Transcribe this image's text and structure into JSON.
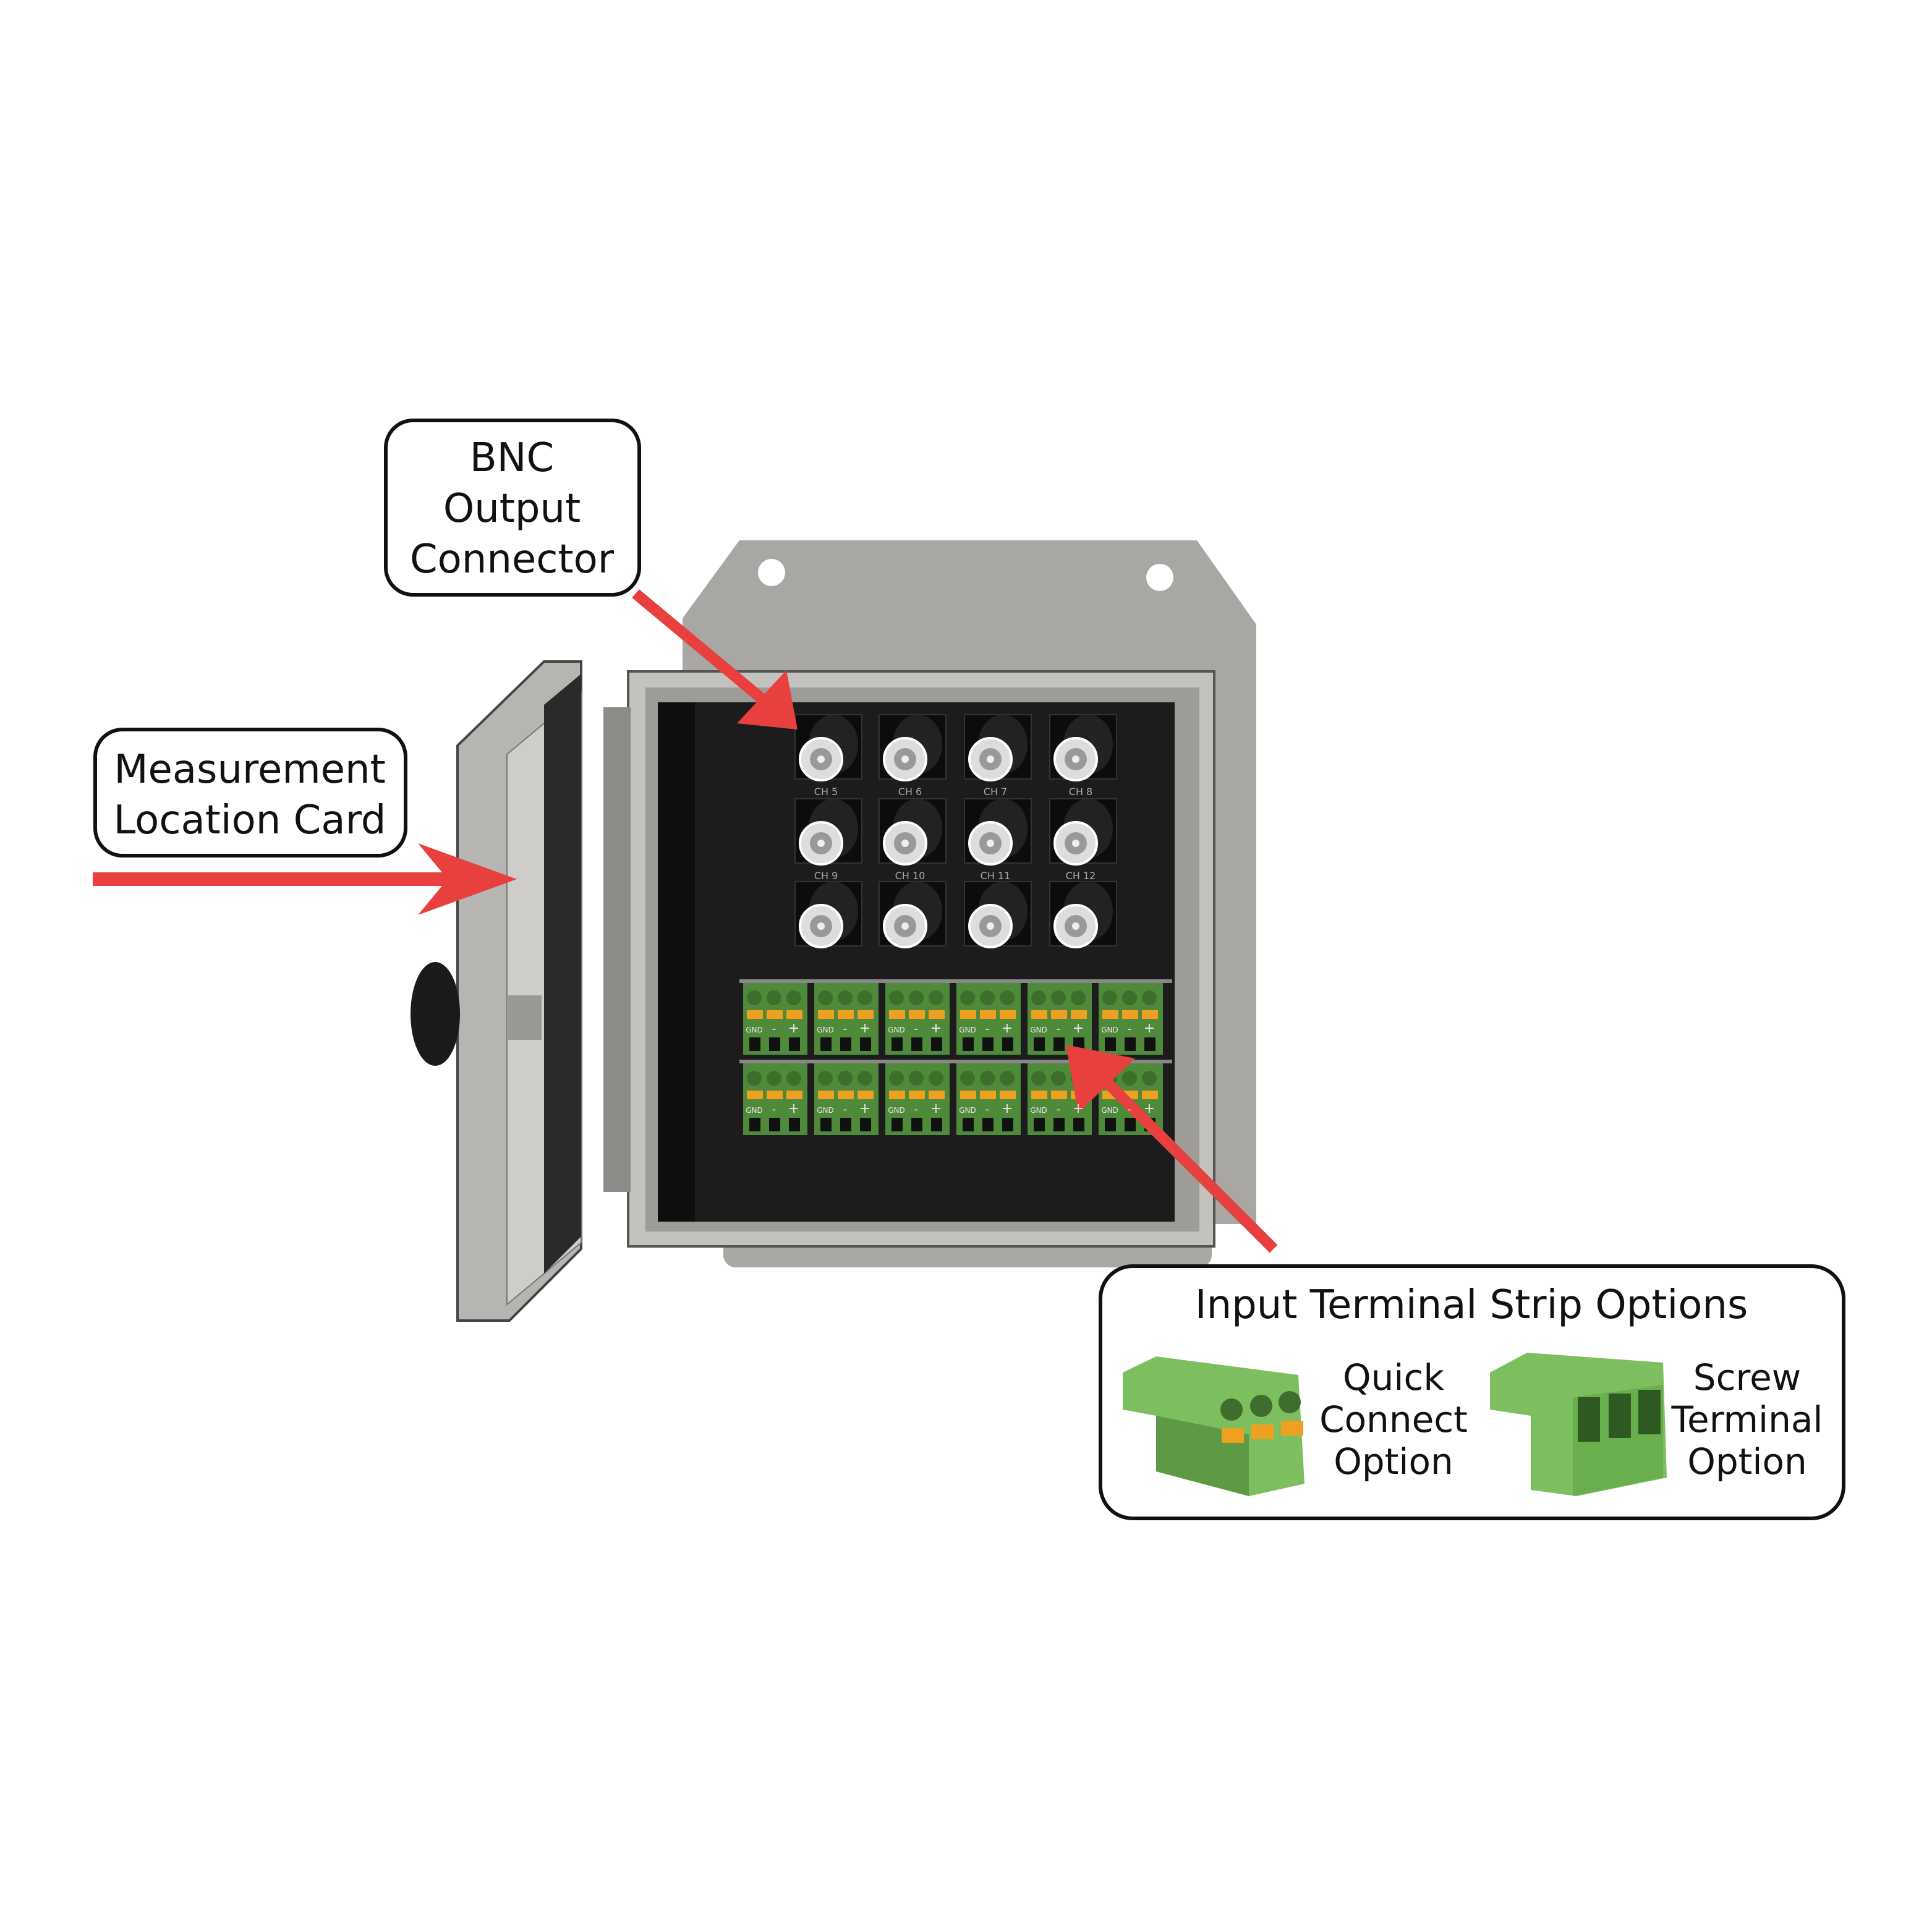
{
  "callouts": {
    "bnc": {
      "lines": [
        "BNC",
        "Output",
        "Connector"
      ]
    },
    "card": {
      "lines": [
        "Measurement",
        "Location Card"
      ]
    },
    "terminal": {
      "title": "Input Terminal Strip Options",
      "quick": {
        "lines": [
          "Quick",
          "Connect",
          "Option"
        ]
      },
      "screw": {
        "lines": [
          "Screw",
          "Terminal",
          "Option"
        ]
      }
    }
  },
  "bnc_labels": [
    "CH 5",
    "CH 6",
    "CH 7",
    "CH 8",
    "CH 9",
    "CH 10",
    "CH 11",
    "CH 12"
  ],
  "terminal_labels": {
    "gnd": "GND",
    "minus": "-",
    "plus": "+"
  },
  "colors": {
    "arrow": "#e8403f",
    "terminal_green": "#4f8a3a",
    "terminal_light": "#7dbf5e",
    "latch": "#f0a020",
    "enclosure": "#b9b7b3",
    "panel": "#1c1c1c"
  }
}
